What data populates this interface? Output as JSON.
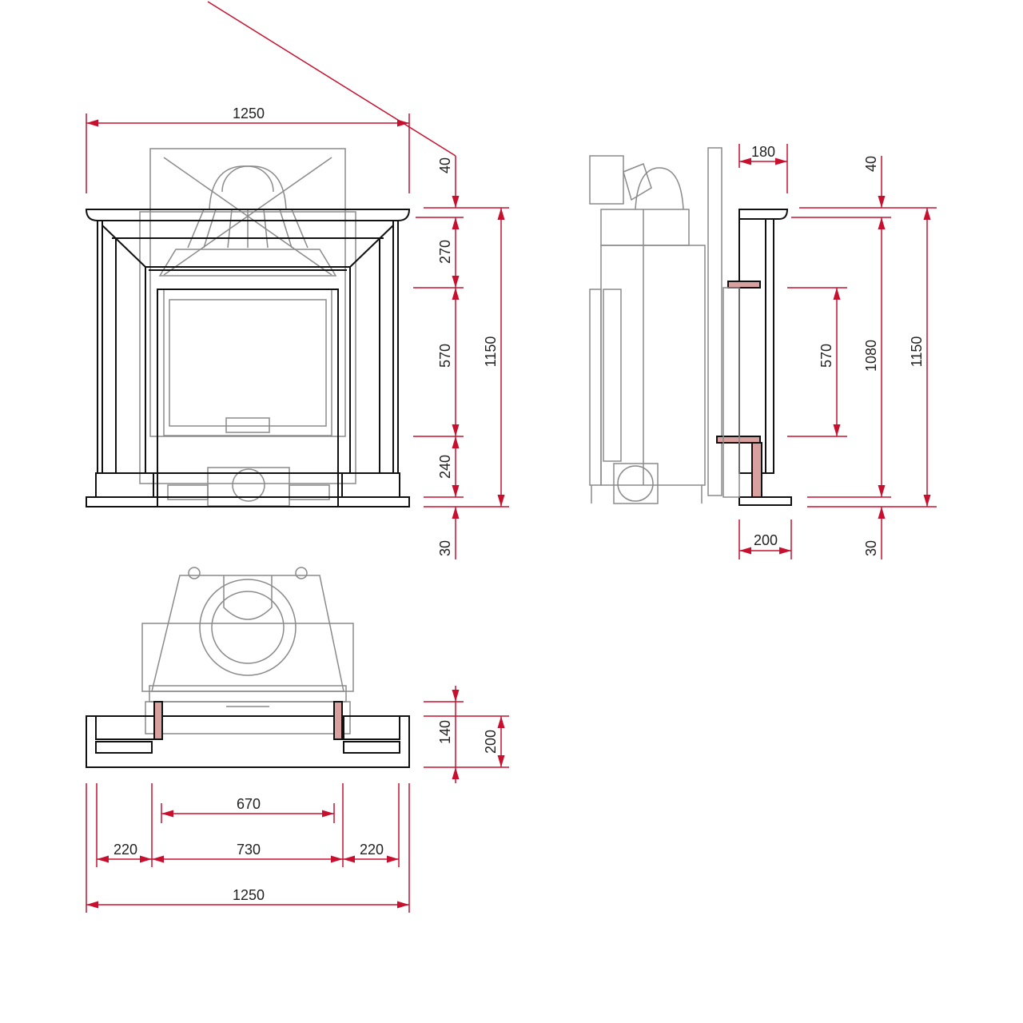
{
  "colors": {
    "dimension": "#c8102e",
    "outline": "#111111",
    "appliance": "#8a8a8a"
  },
  "front_view": {
    "width_top": "1250",
    "h_40": "40",
    "h_270": "270",
    "h_570": "570",
    "h_240": "240",
    "h_30": "30",
    "h_total": "1150"
  },
  "side_view": {
    "depth_top": "180",
    "depth_bottom": "200",
    "h_40": "40",
    "h_570": "570",
    "h_1080": "1080",
    "h_30": "30",
    "h_total": "1150"
  },
  "plan_view": {
    "d_140": "140",
    "d_200": "200",
    "w_670": "670",
    "w_220_left": "220",
    "w_730": "730",
    "w_220_right": "220",
    "w_total": "1250"
  }
}
